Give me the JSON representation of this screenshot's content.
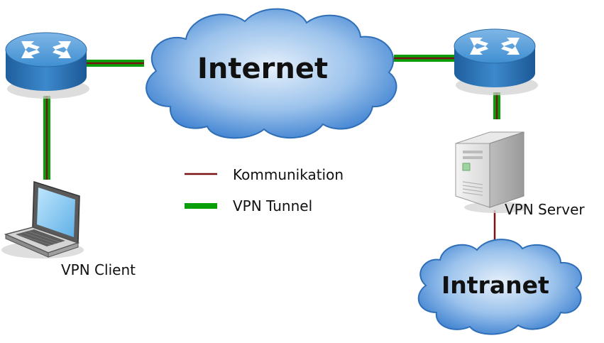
{
  "diagram": {
    "clouds": {
      "internet": "Internet",
      "intranet": "Intranet"
    },
    "nodes": {
      "vpn_client": "VPN Client",
      "vpn_server": "VPN Server"
    },
    "legend": {
      "communication": "Kommunikation",
      "vpn_tunnel": "VPN Tunnel"
    },
    "colors": {
      "communication_line": "#7a1414",
      "vpn_tunnel": "#0a9e0a",
      "cloud_fill": "#4f93d6",
      "router_fill": "#3b87c9"
    }
  }
}
